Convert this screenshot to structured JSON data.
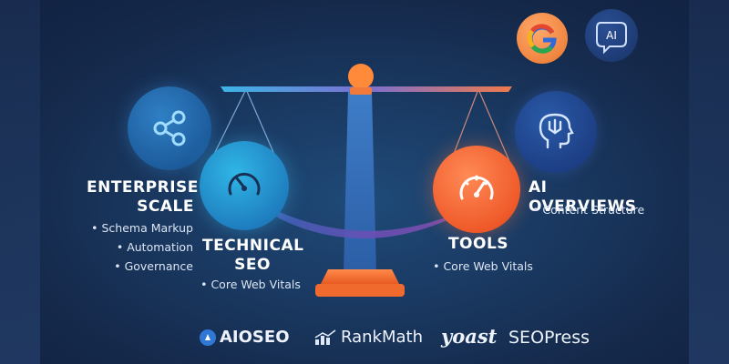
{
  "badges": {
    "google": "G",
    "ai": "AI"
  },
  "sections": {
    "enterprise": {
      "title_line1": "ENTERPRISE",
      "title_line2": "SCALE",
      "bullets": [
        "• Schema Markup",
        "• Automation",
        "• Governance"
      ]
    },
    "technical": {
      "title_line1": "TECHNICAL",
      "title_line2": "SEO",
      "bullets": [
        "• Core Web Vitals"
      ]
    },
    "tools": {
      "title": "TOOLS",
      "bullets": [
        "• Core Web Vitals"
      ]
    },
    "ai": {
      "title": "AI OVERVIEWS",
      "bullets": [
        "• Content Structure"
      ]
    }
  },
  "logos": {
    "aioseo": "AIOSEO",
    "rankmath": "RankMath",
    "yoast": "yoast",
    "seopress": "SEOPress"
  },
  "colors": {
    "blue": "#2fb6e6",
    "orange": "#ef5a2a",
    "navy": "#15294b"
  },
  "icons": [
    "share-icon",
    "gauge-icon",
    "speedometer-icon",
    "ai-head-icon",
    "google-icon",
    "ai-chat-icon"
  ]
}
